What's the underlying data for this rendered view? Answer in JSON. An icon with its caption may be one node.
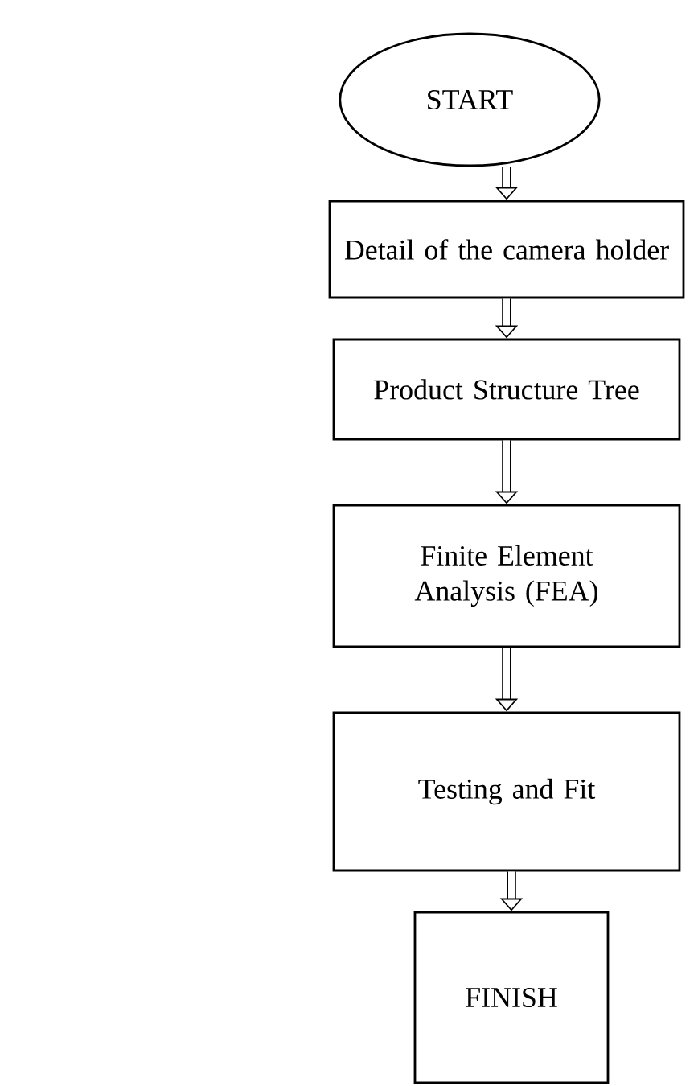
{
  "diagram": {
    "nodes": [
      {
        "text": [
          "START"
        ]
      },
      {
        "text": [
          "Detail of the camera holder"
        ]
      },
      {
        "text": [
          "Product Structure Tree"
        ]
      },
      {
        "text": [
          "Finite Element Analysis (FEA)"
        ]
      },
      {
        "text": [
          "Testing and Fit"
        ]
      },
      {
        "text": [
          "FINISH"
        ]
      }
    ],
    "edges": [
      {
        "from": 0,
        "to": 1,
        "arrow": "to"
      },
      {
        "from": 1,
        "to": 2,
        "arrow": "to"
      },
      {
        "from": 2,
        "to": 3,
        "arrow": "to"
      },
      {
        "from": 3,
        "to": 4,
        "arrow": "to"
      },
      {
        "from": 4,
        "to": 5,
        "arrow": "to"
      }
    ]
  }
}
